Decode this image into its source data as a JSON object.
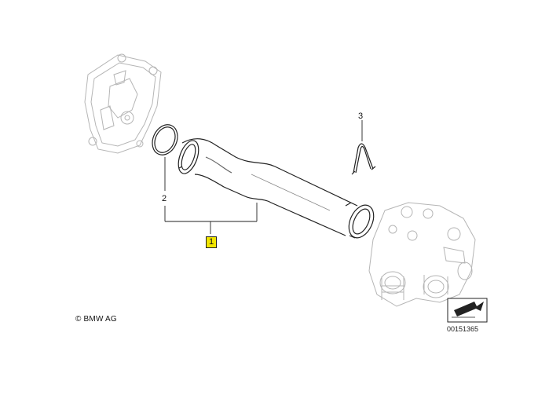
{
  "callouts": {
    "part_1": "1",
    "part_2": "2",
    "part_3": "3"
  },
  "footer": {
    "copyright": "© BMW AG",
    "reference": "00151365"
  },
  "colors": {
    "highlight": "#f2e600",
    "line": "#222222",
    "ghost": "#b5b5b5"
  }
}
